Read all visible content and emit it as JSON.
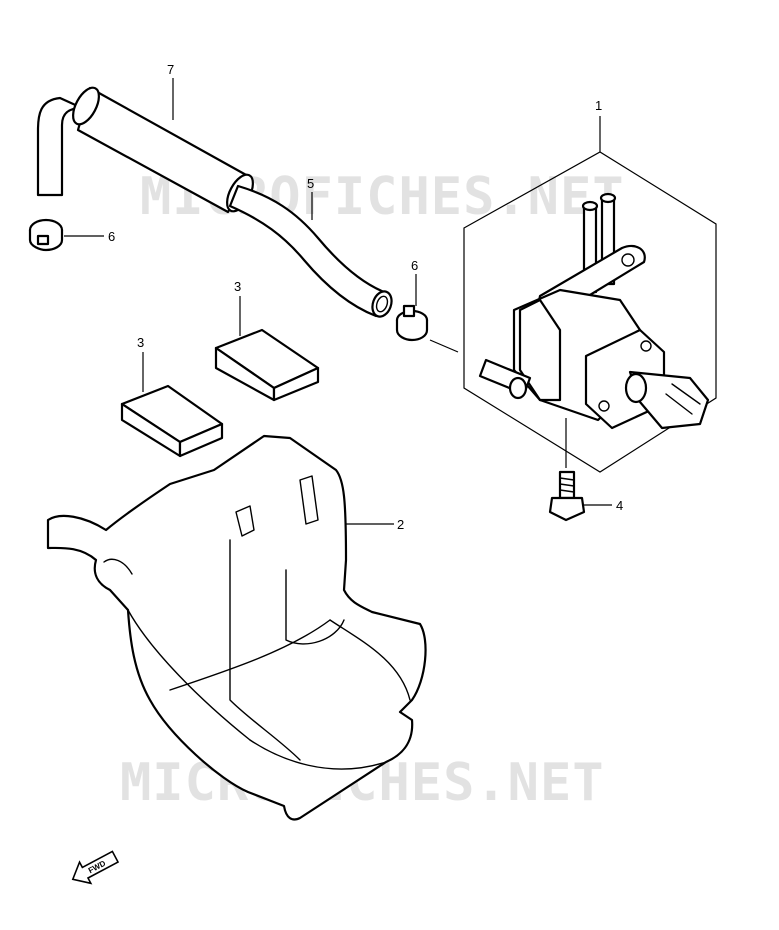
{
  "watermark": "MICROFICHES.NET",
  "direction_label": "FWD",
  "callouts": {
    "assembly": "1",
    "case": "2",
    "pad_upper": "3",
    "pad_lower": "3",
    "bolt": "4",
    "hose_small": "5",
    "clamp_right": "6",
    "clamp_left": "6",
    "hose_large": "7"
  }
}
